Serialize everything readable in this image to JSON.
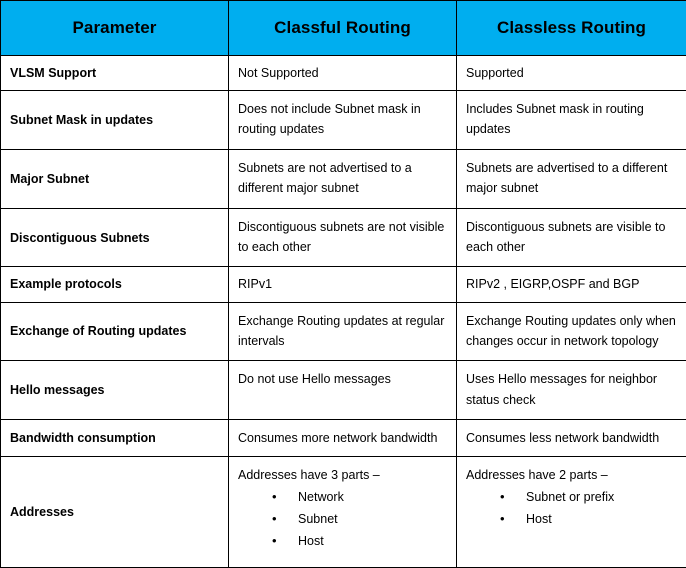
{
  "table": {
    "headers": [
      {
        "label": "Parameter"
      },
      {
        "label": "Classful Routing"
      },
      {
        "label": "Classless Routing"
      }
    ],
    "header_bg_color": "#00AEEF",
    "border_color": "#000000",
    "rows": [
      {
        "parameter": "VLSM Support",
        "classful": "Not Supported",
        "classless": "Supported"
      },
      {
        "parameter": "Subnet Mask in updates",
        "classful": "Does not include Subnet mask in routing updates",
        "classless": "Includes Subnet mask in routing updates"
      },
      {
        "parameter": "Major Subnet",
        "classful": "Subnets are not advertised to a different major subnet",
        "classless": "Subnets are advertised to a different major subnet"
      },
      {
        "parameter": "Discontiguous Subnets",
        "classful": "Discontiguous subnets are not visible to each other",
        "classless": "Discontiguous subnets are visible to each other"
      },
      {
        "parameter": "Example protocols",
        "classful": "RIPv1",
        "classless": "RIPv2 , EIGRP,OSPF and BGP"
      },
      {
        "parameter": "Exchange of Routing updates",
        "classful": "Exchange Routing updates at regular intervals",
        "classless": "Exchange Routing updates only when changes occur in network topology"
      },
      {
        "parameter": "Hello messages",
        "classful": "Do not use Hello messages",
        "classless": "Uses Hello messages for neighbor status check"
      },
      {
        "parameter": "Bandwidth consumption",
        "classful": "Consumes more network bandwidth",
        "classless": "Consumes less network bandwidth"
      }
    ],
    "addresses_row": {
      "parameter": "Addresses",
      "classful_lead": "Addresses have 3 parts –",
      "classful_bullets": [
        "Network",
        "Subnet",
        "Host"
      ],
      "classless_lead": "Addresses have 2 parts –",
      "classless_bullets": [
        "Subnet or prefix",
        "Host"
      ]
    }
  }
}
